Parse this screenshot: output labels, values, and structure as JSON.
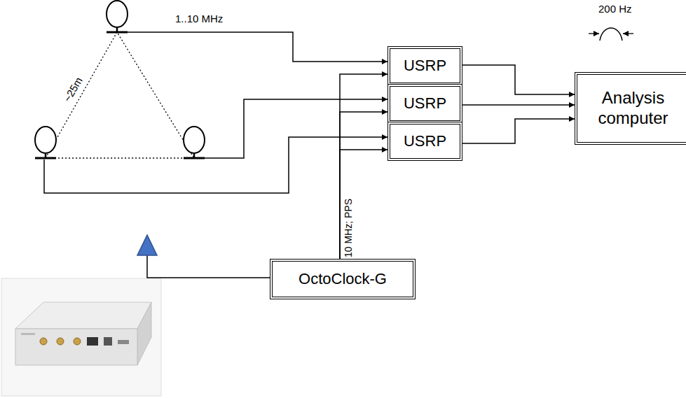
{
  "diagram": {
    "nodes": [
      {
        "text": [
          "USRP"
        ]
      },
      {
        "text": [
          "USRP"
        ]
      },
      {
        "text": [
          "USRP"
        ]
      },
      {
        "text": [
          "Analysis computer"
        ]
      },
      {
        "text": [
          "OctoClock-G"
        ]
      }
    ],
    "edges": [
      {
        "from": 0,
        "to": 3,
        "arrow": "to"
      },
      {
        "from": 1,
        "to": 3,
        "arrow": "to"
      },
      {
        "from": 2,
        "to": 3,
        "arrow": "to"
      },
      {
        "from": 4,
        "to": 0,
        "arrow": "to"
      },
      {
        "from": 4,
        "to": 1,
        "arrow": "to"
      },
      {
        "from": 4,
        "to": 2,
        "arrow": "to"
      }
    ],
    "labels": [
      "1..10 MHz",
      "~25m",
      "10 MHz; PPS",
      "200 Hz"
    ]
  }
}
